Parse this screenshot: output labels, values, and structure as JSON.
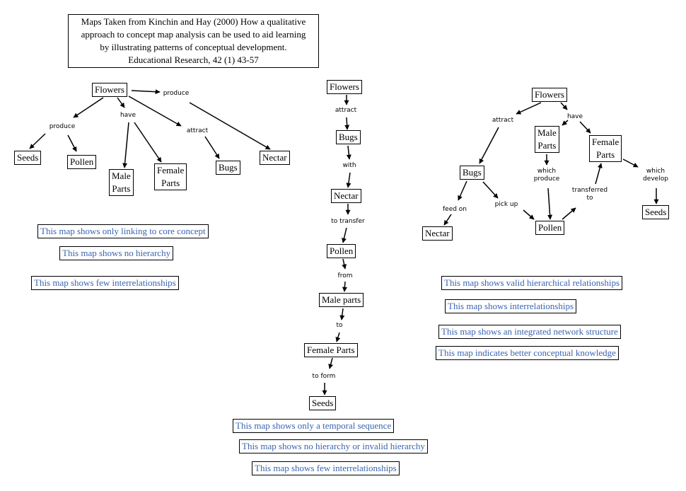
{
  "title_lines": [
    "Maps Taken from Kinchin and Hay (2000) How a qualitative",
    "approach to concept map analysis can be used to aid learning",
    "by illustrating patterns of conceptual development.",
    "Educational Research, 42 (1) 43-57"
  ],
  "text_color": "#3a64b0",
  "map1": {
    "nodes": {
      "flowers": "Flowers",
      "seeds": "Seeds",
      "pollen": "Pollen",
      "male_parts": "Male\nParts",
      "female_parts": "Female\nParts",
      "bugs": "Bugs",
      "nectar": "Nectar"
    },
    "labels": {
      "produce_right": "produce",
      "produce_left": "produce",
      "have": "have",
      "attract": "attract"
    },
    "notes": [
      "This map shows only linking to core concept",
      "This map shows no hierarchy",
      "This map shows few interrelationships"
    ]
  },
  "map2": {
    "nodes": {
      "flowers": "Flowers",
      "bugs": "Bugs",
      "nectar": "Nectar",
      "pollen": "Pollen",
      "male_parts": "Male parts",
      "female_parts": "Female Parts",
      "seeds": "Seeds"
    },
    "labels": {
      "attract": "attract",
      "with": "with",
      "to_transfer": "to transfer",
      "from": "from",
      "to": "to",
      "to_form": "to form"
    },
    "notes": [
      "This map shows only a temporal sequence",
      "This map shows no hierarchy or invalid hierarchy",
      "This map shows few interrelationships"
    ]
  },
  "map3": {
    "nodes": {
      "flowers": "Flowers",
      "male_parts": "Male\nParts",
      "female_parts": "Female\nParts",
      "bugs": "Bugs",
      "pollen": "Pollen",
      "nectar": "Nectar",
      "seeds": "Seeds"
    },
    "labels": {
      "attract": "attract",
      "have": "have",
      "which_produce": "which\nproduce",
      "transferred_to": "transferred\nto",
      "which_develop": "which\ndevelop",
      "feed_on": "feed on",
      "pick_up": "pick up"
    },
    "notes": [
      "This map shows valid hierarchical relationships",
      "This map shows interrelationships",
      "This map shows an integrated network structure",
      "This map indicates better conceptual knowledge"
    ]
  }
}
